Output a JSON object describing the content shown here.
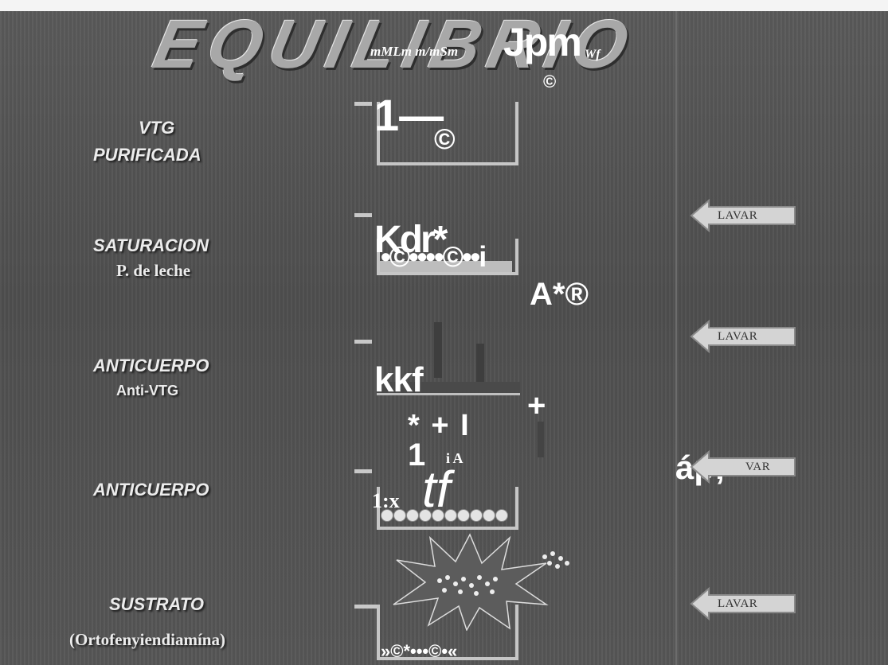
{
  "title": "EQUILIBRIO",
  "ocr_artifacts": {
    "title_overlay_small": "mMLm m/mSm",
    "title_overlay_big": "Jpm",
    "title_overlay_wf": "Wf",
    "title_copy": "©",
    "step1_symbol": "1—",
    "step1_copy": "©",
    "step2_a": "Kdr*",
    "step2_b": "•©••••©••i",
    "step2_c": "A*®",
    "step3_a": "kkf",
    "step3_plus": "+",
    "step3_b": "* + I",
    "step3_c": "1",
    "step3_d": "i A",
    "step3_e": "áp;",
    "step4_a": "1:x",
    "step4_b": "tf",
    "step5_a": "»©*•••©•«"
  },
  "steps": [
    {
      "title": "VTG",
      "subtitle": "PURIFICADA"
    },
    {
      "title": "SATURACION",
      "subtitle": "P. de leche"
    },
    {
      "title": "ANTICUERPO",
      "subtitle": "Anti-VTG"
    },
    {
      "title": "ANTICUERPO",
      "subtitle": ""
    },
    {
      "title": "SUSTRATO",
      "subtitle": "(Ortofenyiendiamína)"
    }
  ],
  "buttons": [
    {
      "label": "LAVAR"
    },
    {
      "label": "LAVAR"
    },
    {
      "label": "VAR"
    },
    {
      "label": "LAVAR"
    }
  ],
  "colors": {
    "background": "#555555",
    "text": "#ececec",
    "arrow": "#d2d2d2"
  }
}
